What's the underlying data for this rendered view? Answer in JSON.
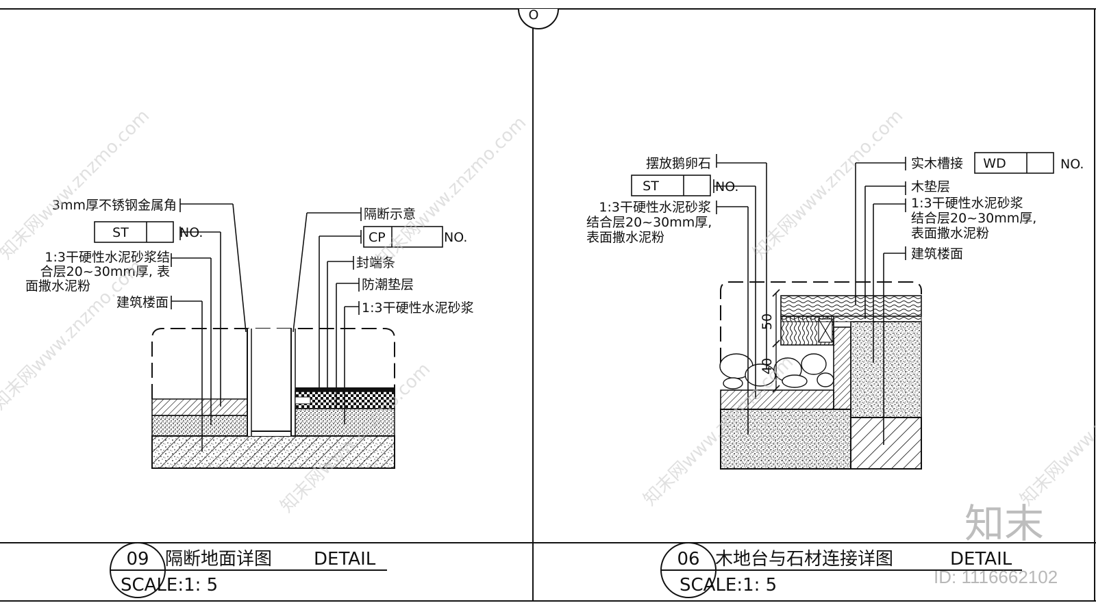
{
  "left_detail": {
    "labels": {
      "corner": "3mm厚不锈钢金属角",
      "st_code": "ST",
      "st_no": "NO.",
      "mortar_1": "1:3干硬性水泥砂浆结",
      "mortar_2": "合层20~30mm厚, 表",
      "mortar_3": "面撒水泥粉",
      "floor": "建筑楼面",
      "partition": "隔断示意",
      "cp_code": "CP",
      "cp_no": "NO.",
      "seal": "封端条",
      "moisture": "防潮垫层",
      "dry_mortar": "1:3干硬性水泥砂浆"
    },
    "title": {
      "number": "09",
      "name": "隔断地面详图",
      "detail": "DETAIL",
      "scale": "SCALE:1: 5"
    }
  },
  "right_detail": {
    "labels": {
      "pebbles": "摆放鹅卵石",
      "st_code": "ST",
      "st_no": "NO.",
      "mortar_1": "1:3干硬性水泥砂浆",
      "mortar_2": "结合层20~30mm厚,",
      "mortar_3": "表面撒水泥粉",
      "wood_joist": "实木槽接",
      "wd_code": "WD",
      "wd_no": "NO.",
      "wood_pad": "木垫层",
      "r_mortar_1": "1:3干硬性水泥砂浆",
      "r_mortar_2": "结合层20~30mm厚,",
      "r_mortar_3": "表面撒水泥粉",
      "floor": "建筑楼面",
      "dim_50": "50",
      "dim_40": "40"
    },
    "title": {
      "number": "06",
      "name": "木地台与石材连接详图",
      "detail": "DETAIL",
      "scale": "SCALE:1: 5"
    }
  },
  "top_marker": "O",
  "watermark": "知末网www.znzmo.com",
  "brand": "知末",
  "id_text": "ID: 1116662102"
}
